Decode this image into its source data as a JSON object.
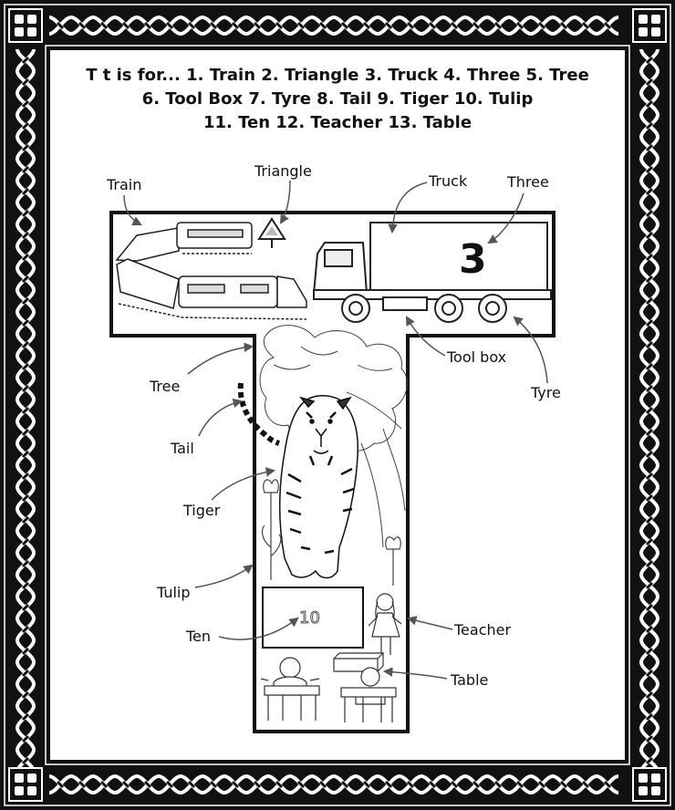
{
  "title": {
    "line1": "T t  is for... 1. Train 2. Triangle 3. Truck 4. Three 5. Tree",
    "line2": "6. Tool Box 7. Tyre 8. Tail 9. Tiger 10. Tulip",
    "line3": "11. Ten 12. Teacher 13. Table"
  },
  "labels": {
    "train": "Train",
    "triangle": "Triangle",
    "truck": "Truck",
    "three": "Three",
    "tree": "Tree",
    "tool_box": "Tool box",
    "tyre": "Tyre",
    "tail": "Tail",
    "tiger": "Tiger",
    "tulip": "Tulip",
    "ten": "Ten",
    "teacher": "Teacher",
    "table": "Table"
  },
  "truck_number": "3",
  "ten_number": "10",
  "colors": {
    "ink": "#111111",
    "paper": "#ffffff"
  }
}
